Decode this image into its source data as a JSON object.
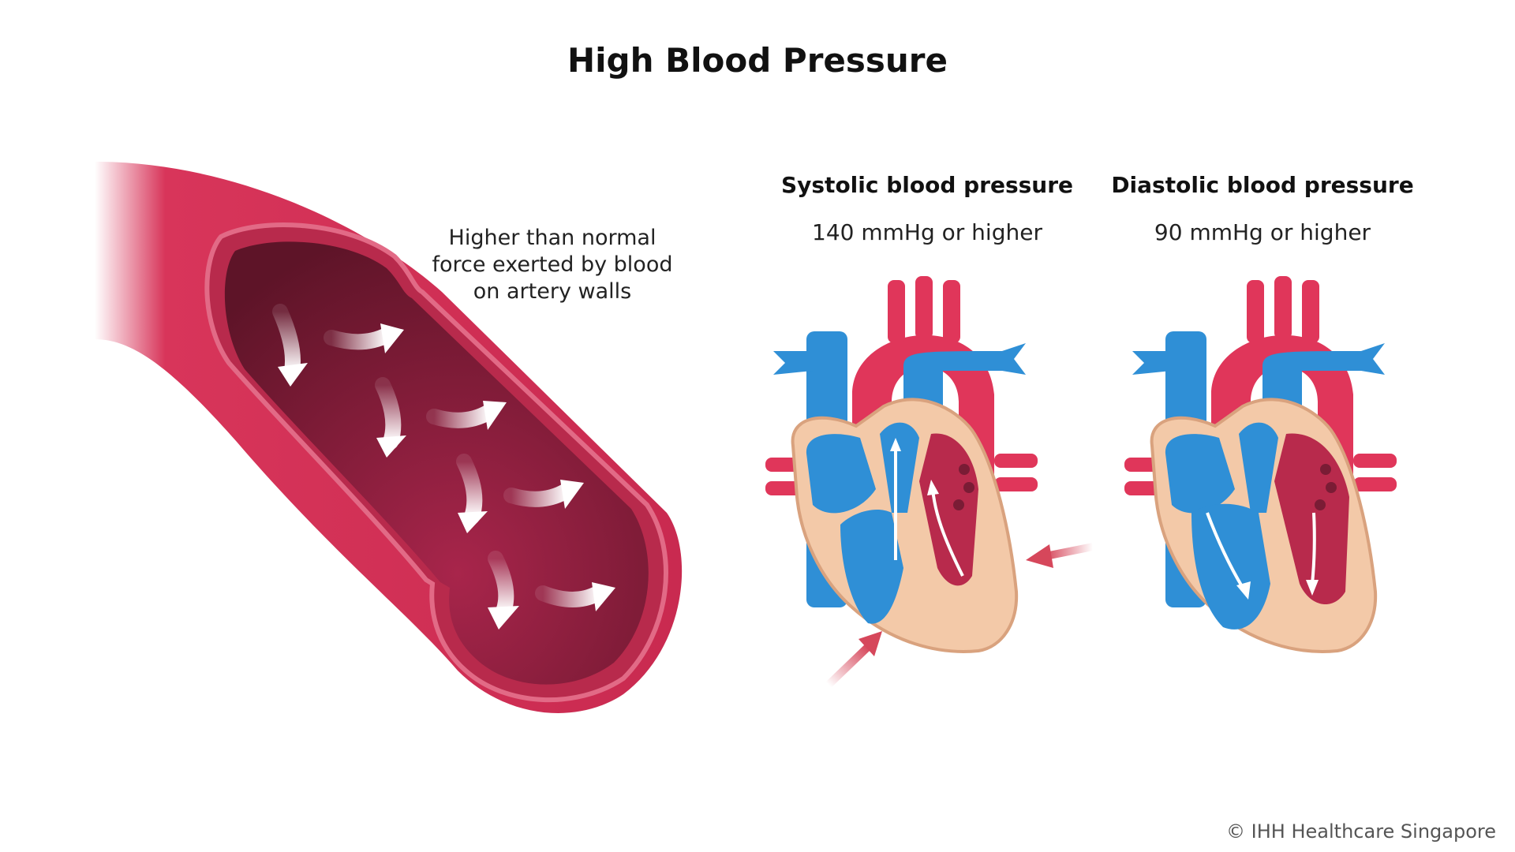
{
  "title": "High Blood Pressure",
  "artery": {
    "caption_line1": "Higher than normal",
    "caption_line2": "force exerted by blood",
    "caption_line3": "on artery walls"
  },
  "systolic": {
    "title": "Systolic blood pressure",
    "value": "140 mmHg or higher"
  },
  "diastolic": {
    "title": "Diastolic blood pressure",
    "value": "90 mmHg or higher"
  },
  "copyright": "© IHH Healthcare Singapore",
  "colors": {
    "artery_outer": "#d8355a",
    "artery_lumen": "#7a1c35",
    "vein_blue": "#2f8fd6",
    "aorta_red": "#e0365a",
    "heart_tissue": "#f3c9a8",
    "pressure_arrow": "#d6475b"
  }
}
